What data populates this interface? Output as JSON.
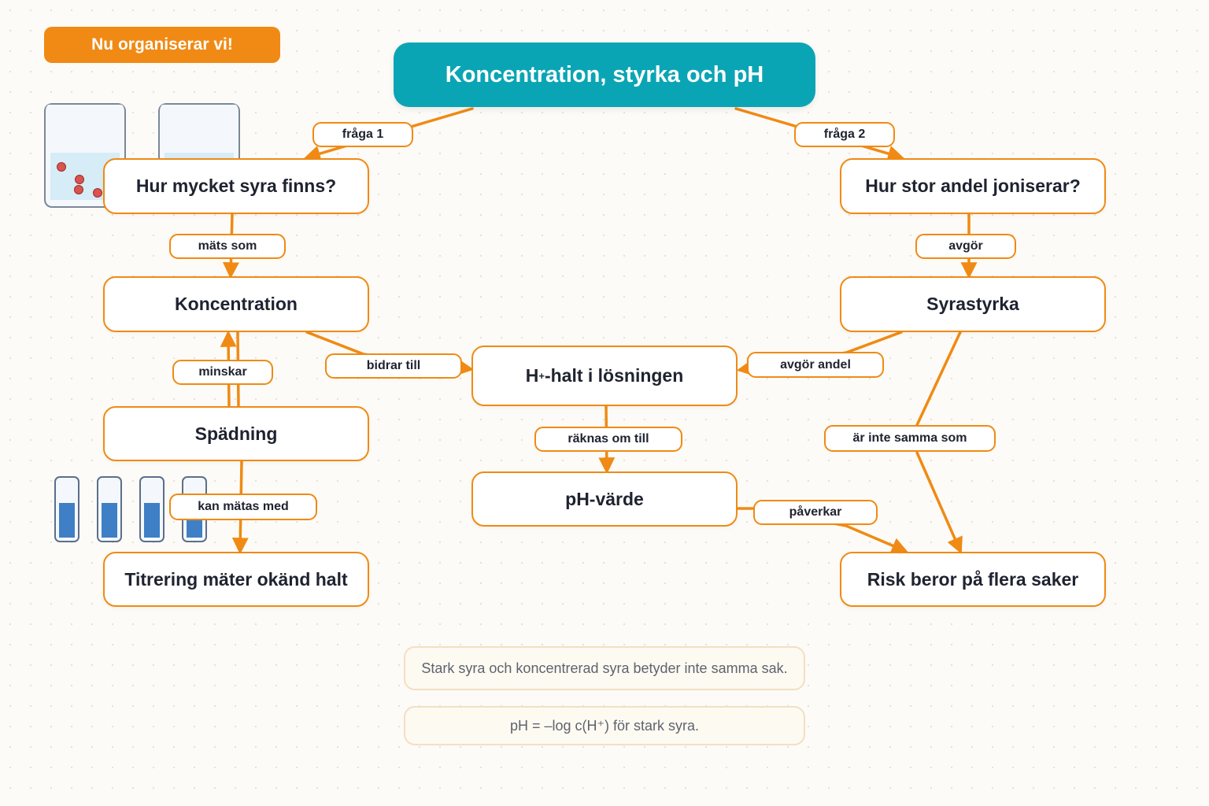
{
  "header": {
    "badge": "Nu organiserar vi!"
  },
  "title": "Koncentration, styrka och pH",
  "nodes": {
    "hur_mycket": "Hur mycket syra finns?",
    "hur_stor": "Hur stor andel joniserar?",
    "koncentration": "Koncentration",
    "syrastyrka": "Syrastyrka",
    "h_halt_base": "H",
    "h_halt_sup": "+",
    "h_halt_rest": "-halt i lösningen",
    "spadning": "Spädning",
    "ph_varde": "pH-värde",
    "titrering": "Titrering mäter okänd halt",
    "risk": "Risk beror på flera saker"
  },
  "links": {
    "fraga1": "fråga 1",
    "fraga2": "fråga 2",
    "mats_som": "mäts som",
    "avgor": "avgör",
    "minskar": "minskar",
    "bidrar_till": "bidrar till",
    "avgor_andel": "avgör andel",
    "raknas_om_till": "räknas om till",
    "ar_inte_samma_som": "är inte samma som",
    "kan_matas_med": "kan mätas med",
    "paverkar": "påverkar"
  },
  "notes": {
    "note1": "Stark syra och koncentrerad syra betyder inte samma sak.",
    "note2": "pH = –log c(H⁺) för stark syra."
  },
  "colors": {
    "accent": "#f08a14",
    "title_bg": "#0aa5b5",
    "node_border": "#f08a14",
    "text": "#1f2330"
  }
}
